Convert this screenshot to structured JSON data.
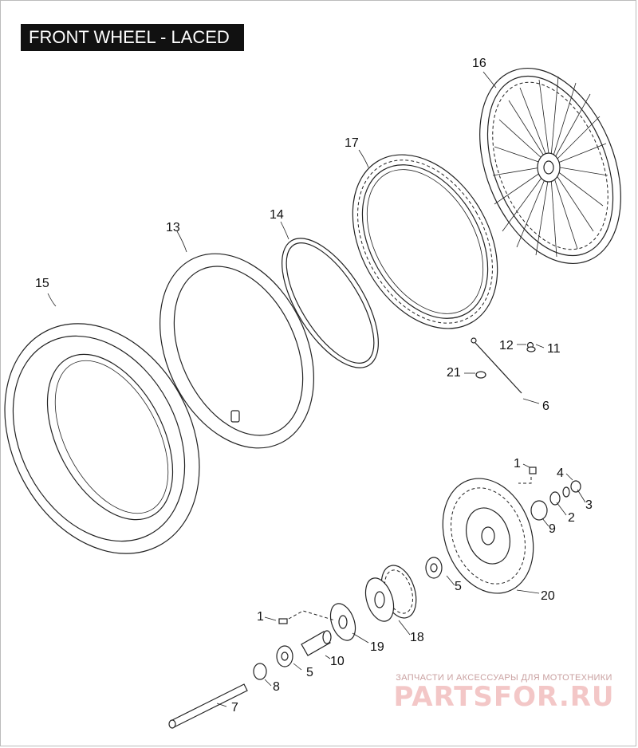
{
  "title": "FRONT WHEEL - LACED",
  "callouts": [
    "1",
    "1",
    "2",
    "3",
    "4",
    "5",
    "5",
    "6",
    "7",
    "8",
    "9",
    "10",
    "11",
    "12",
    "13",
    "14",
    "15",
    "16",
    "17",
    "18",
    "19",
    "20",
    "21"
  ],
  "watermark": {
    "tagline": "ЗАПЧАСТИ И АКСЕССУАРЫ ДЛЯ МОТОТЕХНИКИ",
    "brand": "PARTSFOR.RU"
  },
  "colors": {
    "ink": "#222222",
    "title_bg": "#111111",
    "title_fg": "#ffffff",
    "watermark": "#f3c7c7"
  }
}
